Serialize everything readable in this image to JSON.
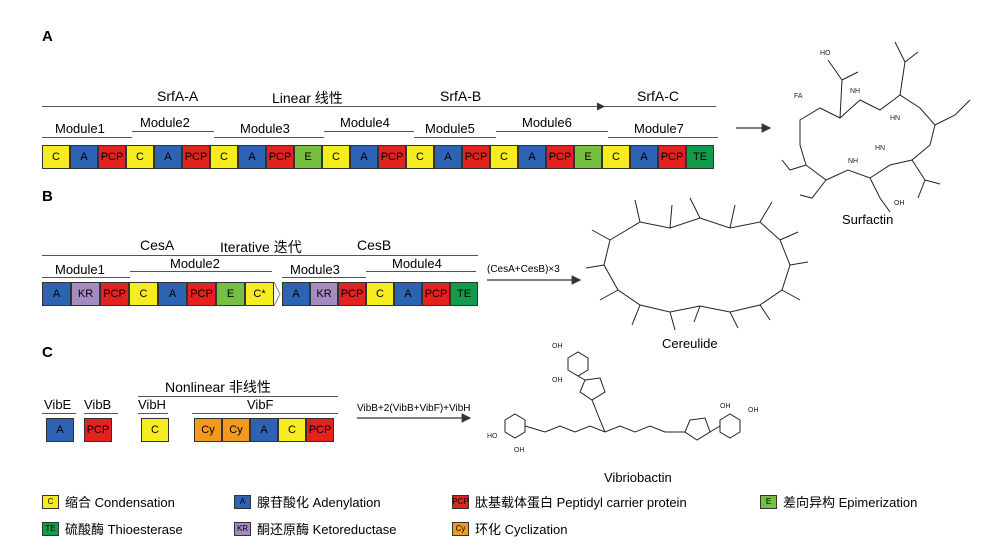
{
  "colors": {
    "C": "#f7ec1f",
    "A": "#2d63b3",
    "PCP": "#e3211d",
    "E": "#75c043",
    "TE": "#129b48",
    "KR": "#a48bc2",
    "Cy": "#f29a1f"
  },
  "panelA": {
    "label": "A",
    "mode": "Linear 线性",
    "proteins": [
      "SrfA-A",
      "SrfA-B",
      "SrfA-C"
    ],
    "modules": [
      "Module1",
      "Module2",
      "Module3",
      "Module4",
      "Module5",
      "Module6",
      "Module7"
    ],
    "domains": [
      "C",
      "A",
      "PCP",
      "C",
      "A",
      "PCP",
      "C",
      "A",
      "PCP",
      "E",
      "C",
      "A",
      "PCP",
      "C",
      "A",
      "PCP",
      "C",
      "A",
      "PCP",
      "E",
      "C",
      "A",
      "PCP",
      "TE"
    ],
    "product": "Surfactin"
  },
  "panelB": {
    "label": "B",
    "mode": "Iterative 迭代",
    "proteins": [
      "CesA",
      "CesB"
    ],
    "modules": [
      "Module1",
      "Module2",
      "Module3",
      "Module4"
    ],
    "domains_cesA": [
      "A",
      "KR",
      "PCP",
      "C",
      "A",
      "PCP",
      "E",
      "C*"
    ],
    "domains_cesB": [
      "A",
      "KR",
      "PCP",
      "C",
      "A",
      "PCP",
      "TE"
    ],
    "arrow_label": "(CesA+CesB)×3",
    "product": "Cereulide"
  },
  "panelC": {
    "label": "C",
    "mode": "Nonlinear 非线性",
    "proteins": [
      "VibE",
      "VibB",
      "VibH",
      "VibF"
    ],
    "vibE": [
      "A"
    ],
    "vibB": [
      "PCP"
    ],
    "vibH": [
      "C"
    ],
    "vibF": [
      "Cy",
      "Cy",
      "A",
      "C",
      "PCP"
    ],
    "arrow_label": "VibB+2(VibB+VibF)+VibH",
    "product": "Vibriobactin"
  },
  "legend": [
    {
      "abbr": "C",
      "text": "缩合 Condensation",
      "key": "C"
    },
    {
      "abbr": "A",
      "text": "腺苷酸化 Adenylation",
      "key": "A"
    },
    {
      "abbr": "PCP",
      "text": "肽基载体蛋白 Peptidyl carrier protein",
      "key": "PCP"
    },
    {
      "abbr": "E",
      "text": "差向异构 Epimerization",
      "key": "E"
    },
    {
      "abbr": "TE",
      "text": "硫酸酶 Thioesterase",
      "key": "TE"
    },
    {
      "abbr": "KR",
      "text": "酮还原酶 Ketoreductase",
      "key": "KR"
    },
    {
      "abbr": "Cy",
      "text": "环化 Cyclization",
      "key": "Cy"
    }
  ]
}
